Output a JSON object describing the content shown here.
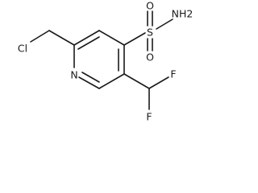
{
  "molecule": {
    "atoms": {
      "cl": "Cl",
      "n_ring": "N",
      "s": "S",
      "o_top": "O",
      "o_bottom": "O",
      "nh2": "NH2",
      "f_top": "F",
      "f_bottom": "F"
    }
  }
}
